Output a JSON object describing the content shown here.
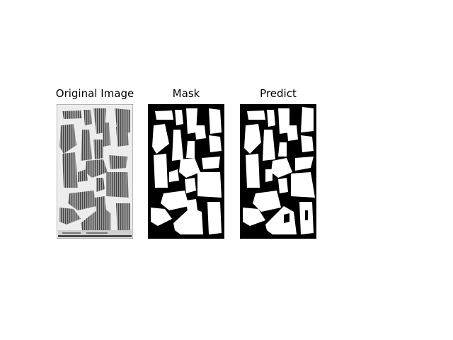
{
  "figure": {
    "panels": [
      {
        "id": "original",
        "title": "Original Image"
      },
      {
        "id": "mask",
        "title": "Mask"
      },
      {
        "id": "predict",
        "title": "Predict"
      }
    ]
  }
}
